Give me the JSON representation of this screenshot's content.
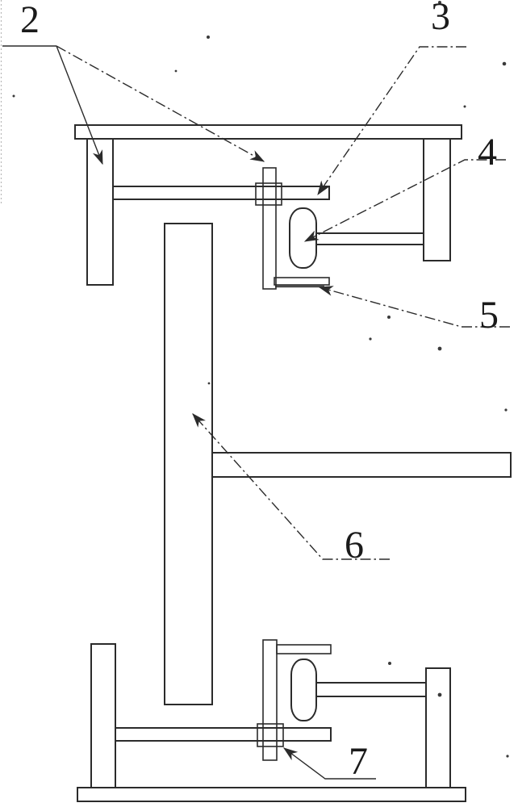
{
  "figure": {
    "labels": [
      {
        "id": "2",
        "text": "2"
      },
      {
        "id": "3",
        "text": "3"
      },
      {
        "id": "4",
        "text": "4"
      },
      {
        "id": "5",
        "text": "5"
      },
      {
        "id": "6",
        "text": "6"
      },
      {
        "id": "7",
        "text": "7"
      }
    ]
  },
  "colors": {
    "line": "#2b2b2b",
    "background": "#ffffff",
    "label_text": "#1a1a1a"
  }
}
